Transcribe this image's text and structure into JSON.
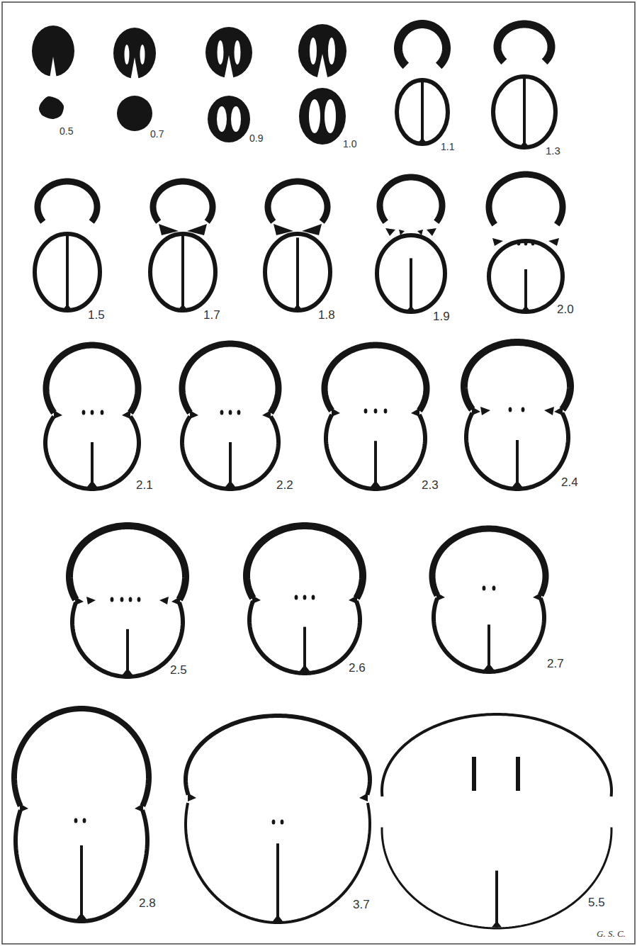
{
  "diagram": {
    "labels": [
      "0.5",
      "0.7",
      "0.9",
      "1.0",
      "1.1",
      "1.3",
      "1.5",
      "1.7",
      "1.8",
      "1.9",
      "2.0",
      "2.1",
      "2.2",
      "2.3",
      "2.4",
      "2.5",
      "2.6",
      "2.7",
      "2.8",
      "3.7",
      "5.5",
      "G. S. C."
    ]
  }
}
